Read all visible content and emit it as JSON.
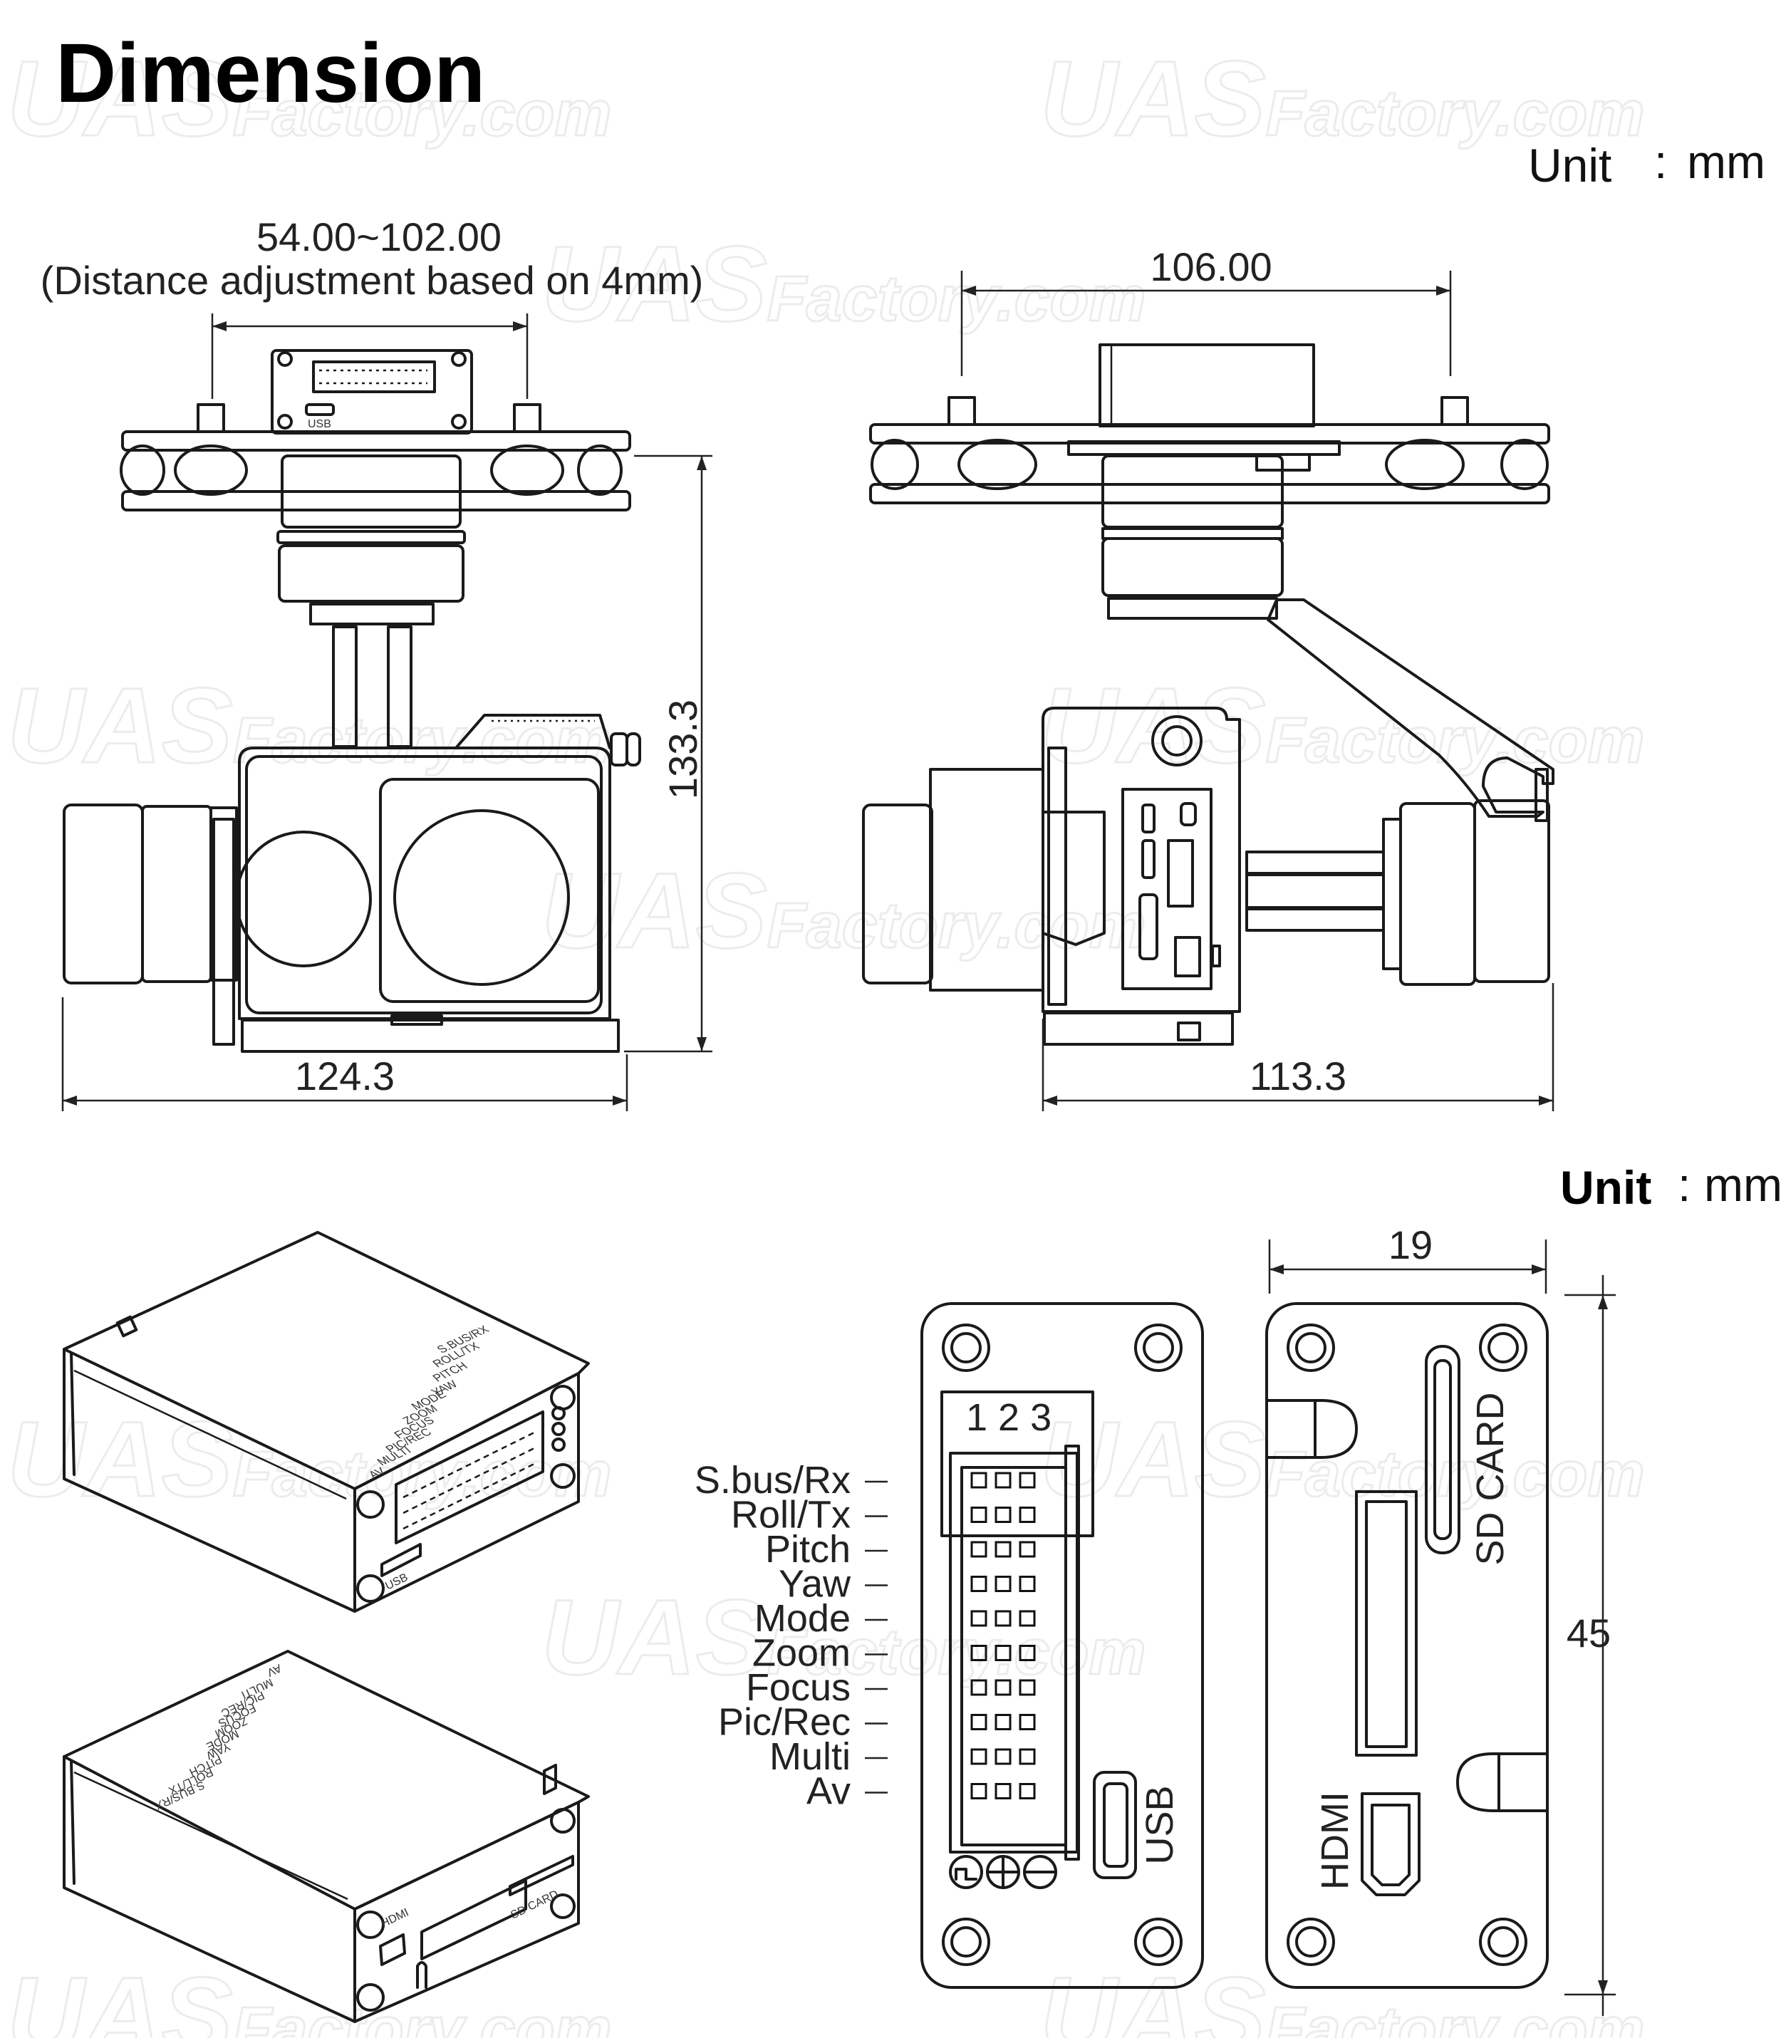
{
  "title": "Dimension",
  "watermark": "UASFactory.com",
  "units": {
    "top": {
      "label": "Unit",
      "value": "mm"
    },
    "bottom": {
      "label": "Unit",
      "value": "mm"
    }
  },
  "dimensions": {
    "mount_spacing": "54.00~102.00",
    "mount_note": "(Distance adjustment based on 4mm)",
    "side_spacing": "106.00",
    "height": "133.3",
    "front_width": "124.3",
    "side_width": "113.3",
    "board_width": "19",
    "board_height": "45"
  },
  "connector": {
    "columns_label": "1 2 3",
    "pins": [
      "S.bus/Rx",
      "Roll/Tx",
      "Pitch",
      "Yaw",
      "Mode",
      "Zoom",
      "Focus",
      "Pic/Rec",
      "Multi",
      "Av"
    ],
    "usb_label": "USB",
    "hdmi_label": "HDMI",
    "sd_label": "SD CARD"
  },
  "box_labels": {
    "top_pins": [
      "S.BUS/RX",
      "ROLL/TX",
      "PITCH",
      "YAW",
      "MODE",
      "ZOOM",
      "FOCUS",
      "PIC/REC",
      "MULTI",
      "AV"
    ],
    "usb": "USB",
    "hdmi": "HDMI",
    "sd": "SD CARD"
  },
  "colors": {
    "line": "#1a1a1a",
    "background": "#ffffff",
    "watermark": "#ececec"
  }
}
